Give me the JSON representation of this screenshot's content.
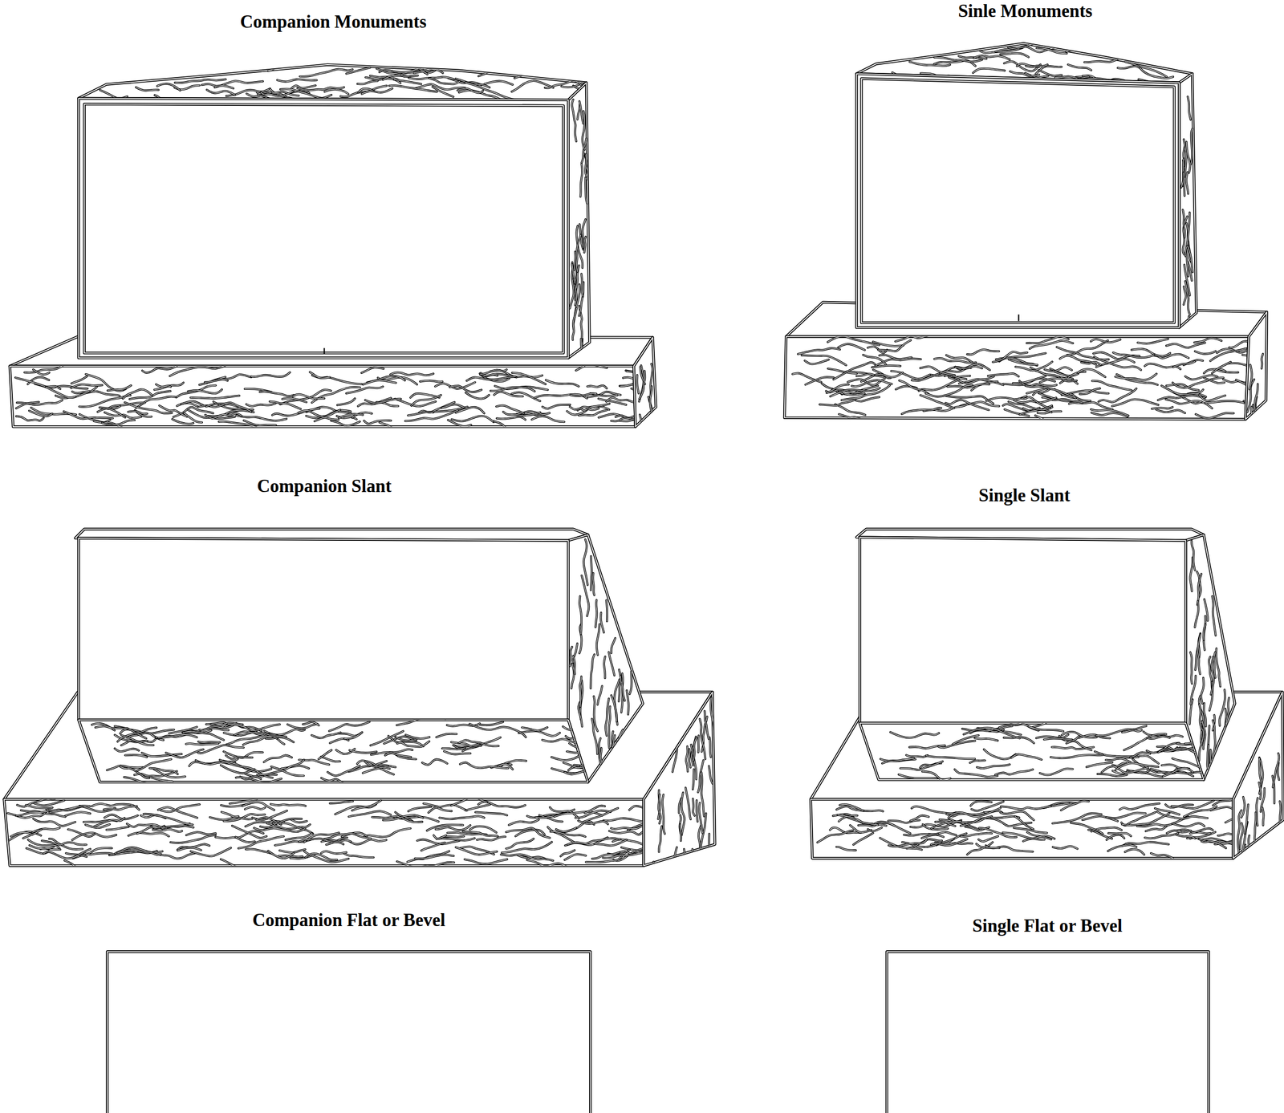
{
  "diagram": {
    "labels": [
      "Companion Monuments",
      "Sinle Monuments",
      "Companion Slant",
      "Single Slant",
      "Companion Flat or Bevel",
      "Single Flat or Bevel"
    ]
  }
}
